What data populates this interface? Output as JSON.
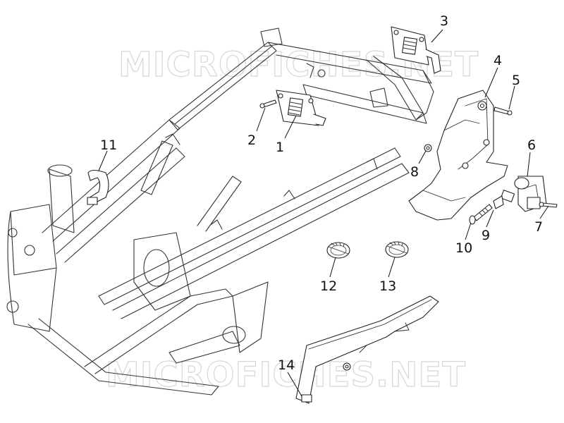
{
  "watermark": {
    "top": "MICROFICHES.NET",
    "bottom": "MICROFICHES.NET"
  },
  "callouts": [
    "1",
    "2",
    "3",
    "4",
    "5",
    "6",
    "7",
    "8",
    "9",
    "10",
    "11",
    "12",
    "13",
    "14"
  ],
  "colors": {
    "line": "#222222",
    "watermark": "#d6d6d6",
    "background": "#ffffff"
  }
}
